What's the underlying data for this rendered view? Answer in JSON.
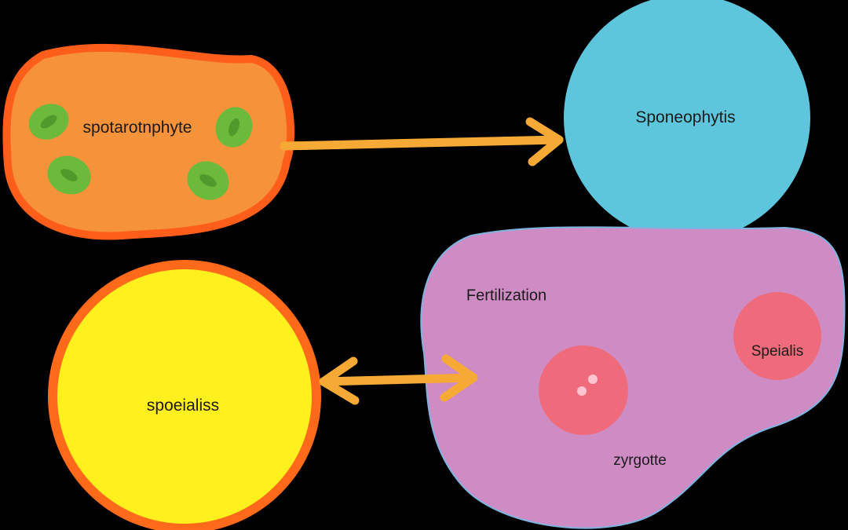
{
  "diagram": {
    "nodes": {
      "sporophyte": {
        "label": "spotarotnphyte",
        "fill": "#f5923a",
        "stroke": "#ff5e1a",
        "chloroplast": "#6cba3c"
      },
      "sponeophytis": {
        "label": "Sponeophytis",
        "fill": "#5ec6dc"
      },
      "fertilization": {
        "label": "Fertilization",
        "fill": "#cf8cc4",
        "stroke": "#7fb3e0"
      },
      "speialis": {
        "label": "Speialis",
        "fill": "#ef6b7b"
      },
      "zygote": {
        "label": "zyrgotte",
        "fill": "#ef6b7b",
        "dot": "#ffc4cf"
      },
      "spoeialiss": {
        "label": "spoeialiss",
        "fill": "#fff01e",
        "stroke": "#ff6a1a"
      }
    },
    "arrows": {
      "color": "#f7a935"
    }
  }
}
